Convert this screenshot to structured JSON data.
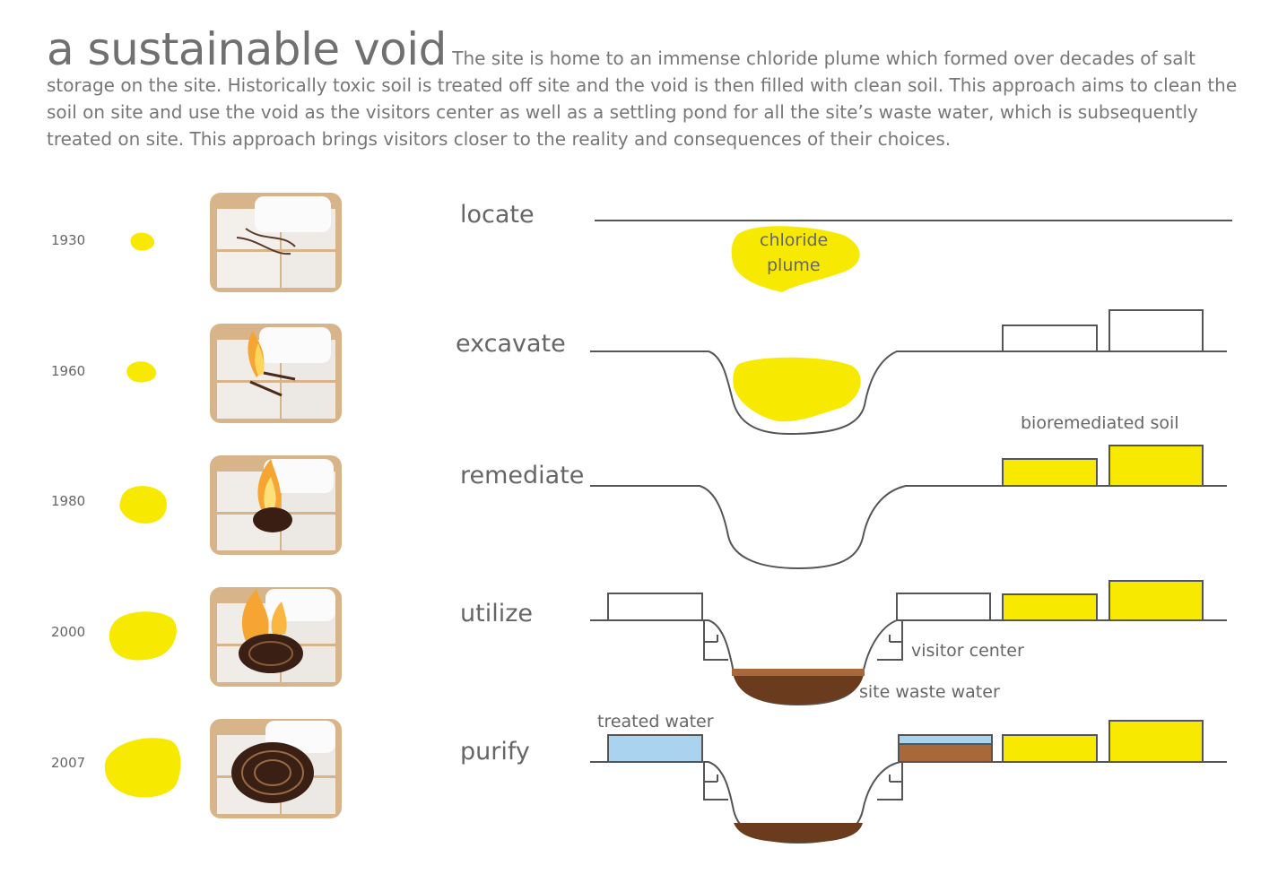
{
  "header": {
    "title": "a sustainable void",
    "description": "The site is home to an immense chloride plume which formed over decades of salt storage on the site.  Historically toxic soil is treated off site and the void is then filled with clean soil.  This approach aims to clean the soil on site and use the void as the visitors center as well as a settling pond for all the site’s waste water, which is subsequently treated on site.  This approach brings visitors closer to the reality and consequences of their choices."
  },
  "timeline": [
    {
      "year": "1930"
    },
    {
      "year": "1960"
    },
    {
      "year": "1980"
    },
    {
      "year": "2000"
    },
    {
      "year": "2007"
    }
  ],
  "steps": {
    "locate": "locate",
    "excavate": "excavate",
    "remediate": "remediate",
    "utilize": "utilize",
    "purify": "purify"
  },
  "labels": {
    "chloride_line1": "chloride",
    "chloride_line2": "plume",
    "bioremediated_soil": "bioremediated soil",
    "visitor_center": "visitor center",
    "site_waste_water": "site waste water",
    "treated_water": "treated water"
  },
  "colors": {
    "plume_yellow": "#f7ea00",
    "soil_brown": "#a8683a",
    "waste_brown": "#6b3b1d",
    "water_blue": "#a9d3ef",
    "line_gray": "#555555"
  }
}
